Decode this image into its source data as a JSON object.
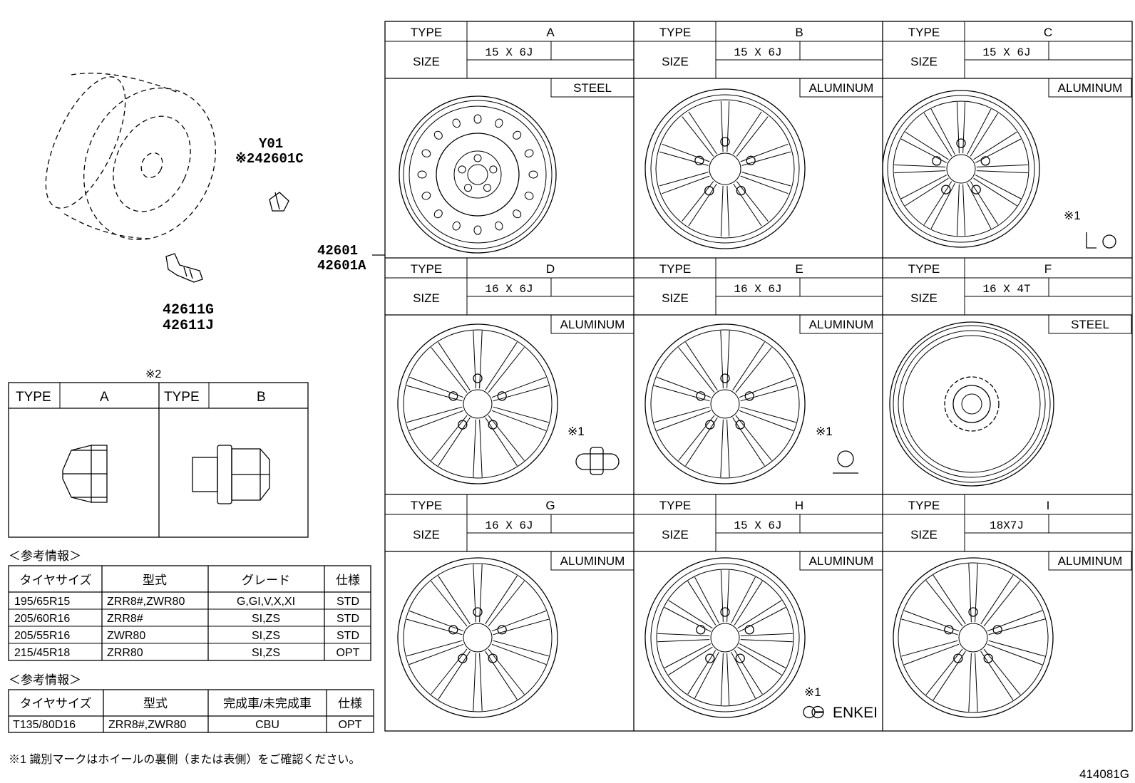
{
  "callouts": {
    "y01": "Y01",
    "nut": "※242601C",
    "wheel_a": "42601",
    "wheel_b": "42601A",
    "valve_a": "42611G",
    "valve_b": "42611J"
  },
  "nut_table": {
    "note": "※2",
    "type_label": "TYPE",
    "type_a": "A",
    "type_b": "B"
  },
  "wheel_grid": {
    "type_label": "TYPE",
    "size_label": "SIZE",
    "mark_note": "※1",
    "cells": [
      {
        "type": "A",
        "size": "15 X 6J",
        "material": "STEEL"
      },
      {
        "type": "B",
        "size": "15 X 6J",
        "material": "ALUMINUM"
      },
      {
        "type": "C",
        "size": "15 X 6J",
        "material": "ALUMINUM"
      },
      {
        "type": "D",
        "size": "16 X 6J",
        "material": "ALUMINUM"
      },
      {
        "type": "E",
        "size": "16 X 6J",
        "material": "ALUMINUM"
      },
      {
        "type": "F",
        "size": "16 X 4T",
        "material": "STEEL"
      },
      {
        "type": "G",
        "size": "16 X 6J",
        "material": "ALUMINUM"
      },
      {
        "type": "H",
        "size": "15 X 6J",
        "material": "ALUMINUM"
      },
      {
        "type": "I",
        "size": "18X7J",
        "material": "ALUMINUM"
      }
    ],
    "enkei": "ENKEI"
  },
  "ref1": {
    "title": "＜参考情報＞",
    "headers": [
      "タイヤサイズ",
      "型式",
      "グレード",
      "仕様"
    ],
    "rows": [
      [
        "195/65R15",
        "ZRR8#,ZWR80",
        "G,GI,V,X,XI",
        "STD"
      ],
      [
        "205/60R16",
        "ZRR8#",
        "SI,ZS",
        "STD"
      ],
      [
        "205/55R16",
        "ZWR80",
        "SI,ZS",
        "STD"
      ],
      [
        "215/45R18",
        "ZRR80",
        "SI,ZS",
        "OPT"
      ]
    ]
  },
  "ref2": {
    "title": "＜参考情報＞",
    "headers": [
      "タイヤサイズ",
      "型式",
      "完成車/未完成車",
      "仕様"
    ],
    "rows": [
      [
        "T135/80D16",
        "ZRR8#,ZWR80",
        "CBU",
        "OPT"
      ]
    ]
  },
  "footnote": "※1 識別マークはホイールの裏側（または表側）をご確認ください。",
  "diagram_id": "414081G"
}
